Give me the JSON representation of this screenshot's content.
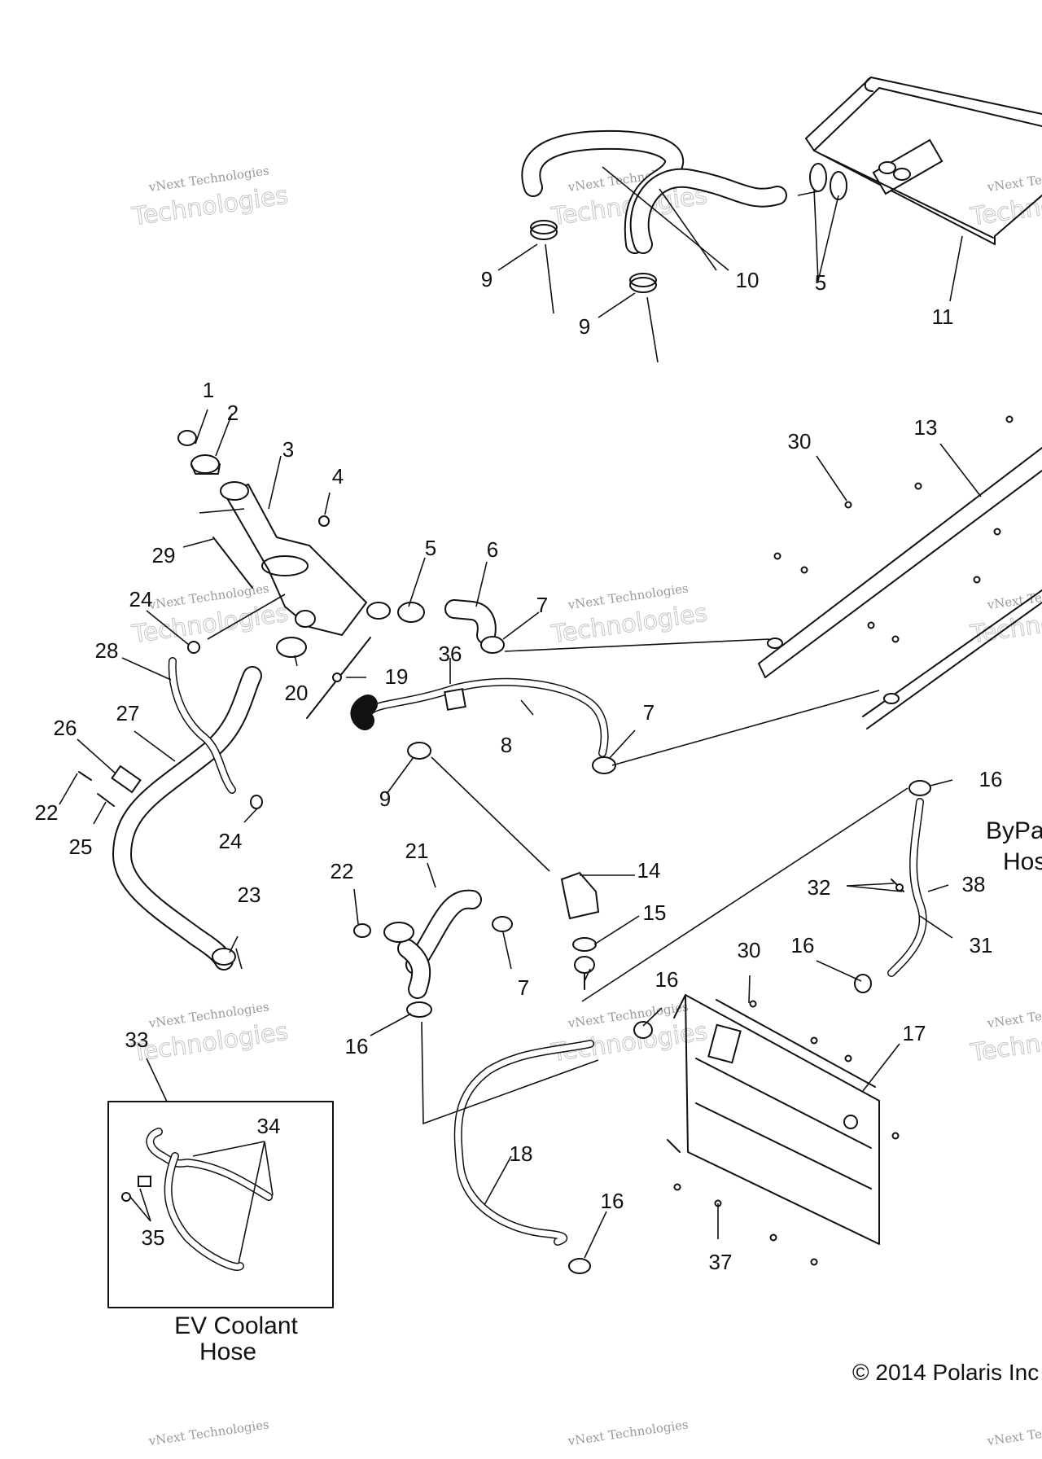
{
  "callouts": {
    "c1": "1",
    "c2": "2",
    "c3": "3",
    "c4": "4",
    "c5a": "5",
    "c5b": "5",
    "c6": "6",
    "c7a": "7",
    "c7b": "7",
    "c7c": "7",
    "c8": "8",
    "c9a": "9",
    "c9b": "9",
    "c9c": "9",
    "c10": "10",
    "c11": "11",
    "c13": "13",
    "c14": "14",
    "c15": "15",
    "c16a": "16",
    "c16b": "16",
    "c16c": "16",
    "c16d": "16",
    "c16e": "16",
    "c17": "17",
    "c18": "18",
    "c19": "19",
    "c20": "20",
    "c21": "21",
    "c22a": "22",
    "c22b": "22",
    "c23": "23",
    "c24a": "24",
    "c24b": "24",
    "c25": "25",
    "c26": "26",
    "c27": "27",
    "c28": "28",
    "c29": "29",
    "c30a": "30",
    "c30b": "30",
    "c31": "31",
    "c32": "32",
    "c33": "33",
    "c34": "34",
    "c35": "35",
    "c36": "36",
    "c37": "37",
    "c38": "38"
  },
  "inset_caption_line1": "EV Coolant",
  "inset_caption_line2": "Hose",
  "bypass_line1": "ByPa",
  "bypass_line2": "Hos",
  "copyright": "© 2014 Polaris Inc",
  "watermark_top": "vNext Technologies",
  "watermark_main": "Technologies"
}
